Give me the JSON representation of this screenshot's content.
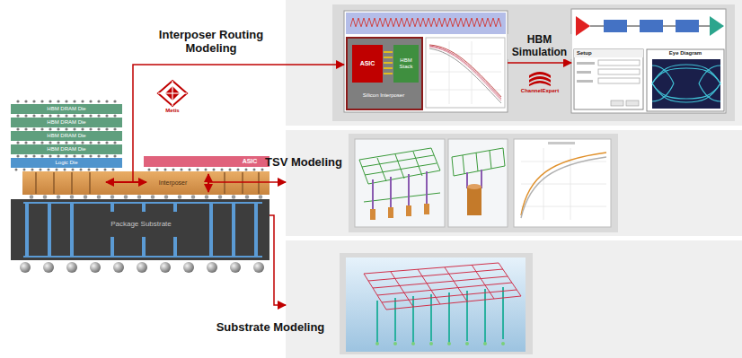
{
  "diagram": {
    "nodes": [
      {
        "text": [
          "HBM DRAM Die"
        ]
      },
      {
        "text": [
          "HBM DRAM Die"
        ]
      },
      {
        "text": [
          "HBM DRAM Die"
        ]
      },
      {
        "text": [
          "HBM DRAM Die"
        ]
      },
      {
        "text": [
          "Logic Die"
        ]
      },
      {
        "text": [
          "ASIC"
        ]
      },
      {
        "text": [
          "Interposer"
        ]
      },
      {
        "text": [
          "Package Substrate"
        ]
      },
      {
        "text": [
          "Interposer Routing Modeling"
        ]
      },
      {
        "text": [
          "Silicon Interposer"
        ],
        "in": 8
      },
      {
        "text": [
          "ASIC"
        ],
        "in": 9
      },
      {
        "text": [
          "HBM Stack"
        ],
        "in": 9
      },
      {
        "text": [
          "Eye Diagram"
        ],
        "in": 8
      },
      {
        "text": [
          "TSV Modeling"
        ]
      },
      {
        "text": [
          "Substrate Modeling"
        ]
      }
    ],
    "edges": [
      {
        "from": 6,
        "to": 9,
        "arrow": "to"
      },
      {
        "from": 9,
        "to": 12,
        "label": "HBM Simulation",
        "arrow": "to"
      },
      {
        "from": 6,
        "to": 13,
        "arrow": "to"
      },
      {
        "from": 7,
        "to": 14,
        "arrow": "to"
      }
    ],
    "labels": [
      "Metis",
      "ChannelExpert",
      "Setup"
    ]
  }
}
